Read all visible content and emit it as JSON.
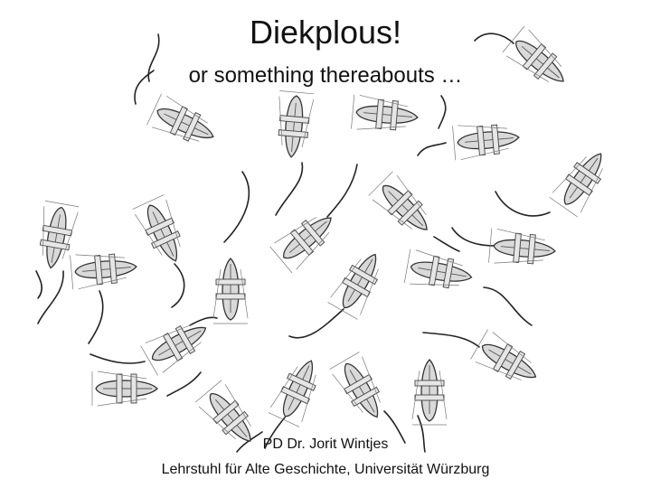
{
  "slide": {
    "title": "Diekplous!",
    "subtitle": "or something thereabouts …",
    "author": "PD Dr. Jorit Wintjes",
    "affiliation": "Lehrstuhl für Alte Geschichte, Universität Würzburg"
  },
  "diagram": {
    "ship_icon": "trireme-icon",
    "trail_icon": "wake-line"
  }
}
